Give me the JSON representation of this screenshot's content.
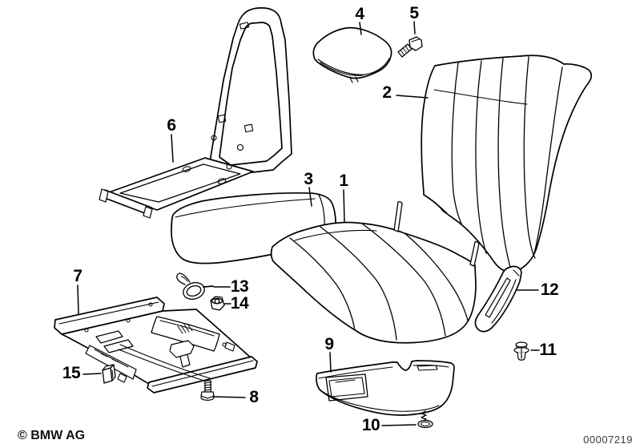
{
  "diagram_type": "exploded-parts-drawing",
  "colors": {
    "background": "#ffffff",
    "line": "#000000",
    "label_text": "#000000",
    "doc_number_text": "#3a3a3a"
  },
  "part_labels": [
    "1",
    "2",
    "3",
    "4",
    "5",
    "6",
    "7",
    "8",
    "9",
    "10",
    "11",
    "12",
    "13",
    "14",
    "15"
  ],
  "footer": {
    "copyright": "© BMW AG",
    "document_number": "00007219"
  }
}
